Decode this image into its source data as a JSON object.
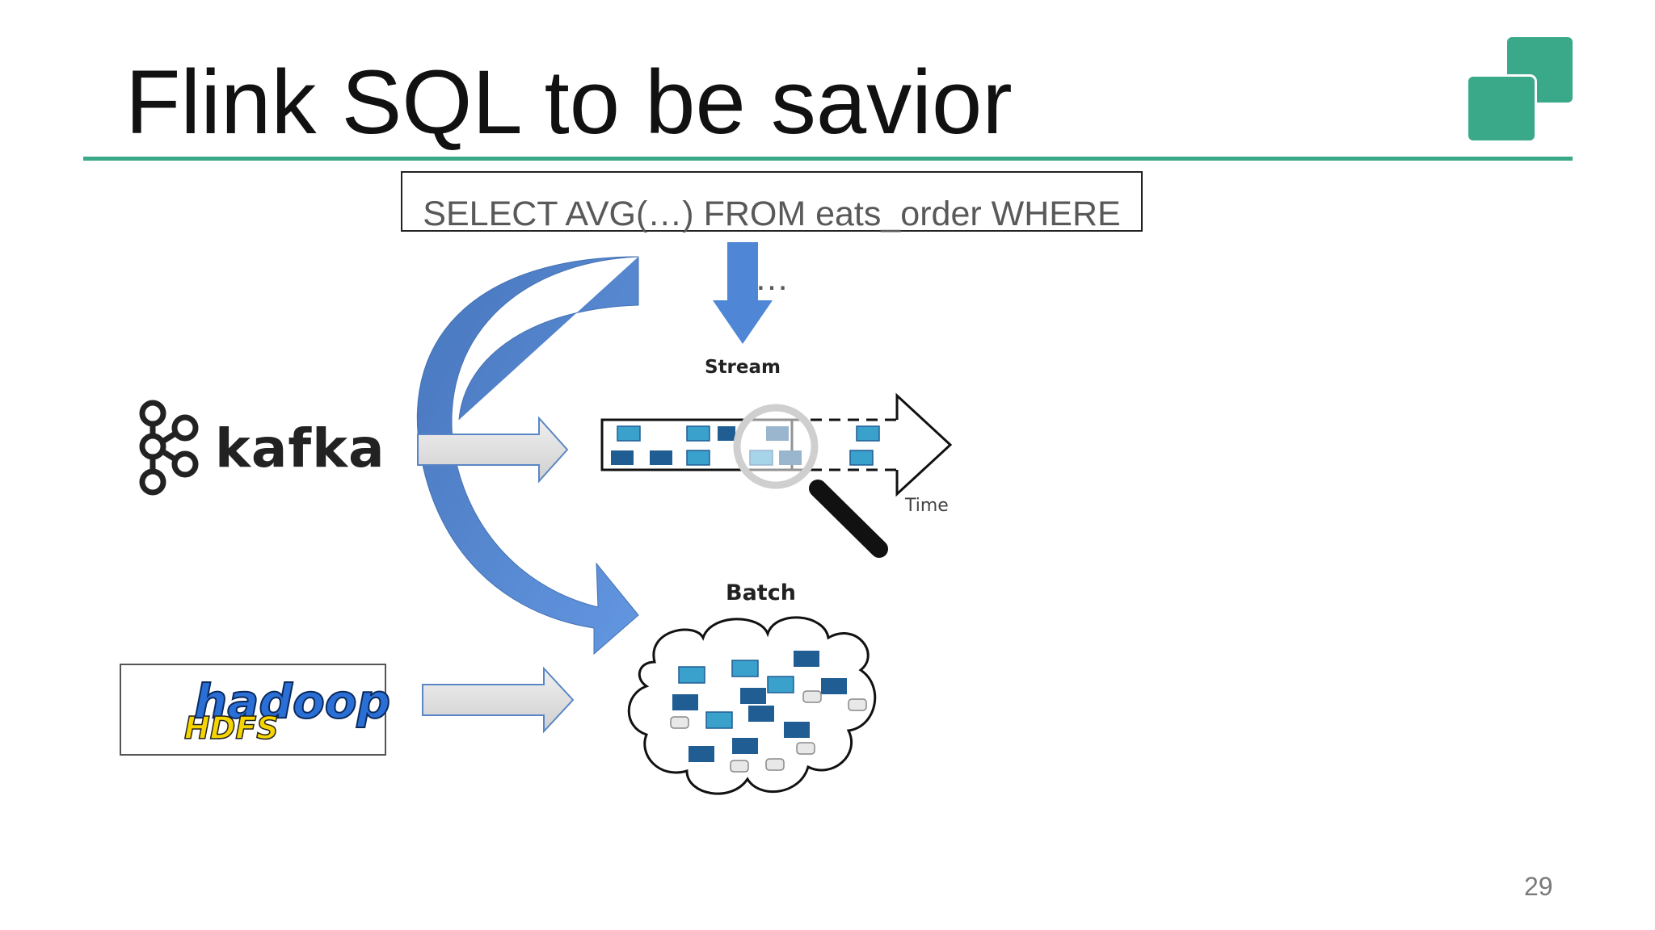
{
  "slide": {
    "title": "Flink SQL to be savior",
    "page_number": "29",
    "accent_color": "#3aa98a"
  },
  "query": {
    "text": "SELECT AVG(…) FROM eats_order WHERE …"
  },
  "sources": {
    "kafka_label": "kafka",
    "hadoop_label": "hadoop",
    "hdfs_label": "HDFS"
  },
  "diagram": {
    "stream_label": "Stream",
    "time_label": "Time",
    "batch_label": "Batch",
    "arrow_color": "#4f86d6",
    "block_dark": "#1f5d93",
    "block_light": "#3aa0cc"
  },
  "icons": [
    "kafka-logo-icon",
    "hadoop-elephant-icon",
    "magnifier-icon",
    "cloud-icon",
    "hand-icon",
    "brand-logo-icon"
  ]
}
